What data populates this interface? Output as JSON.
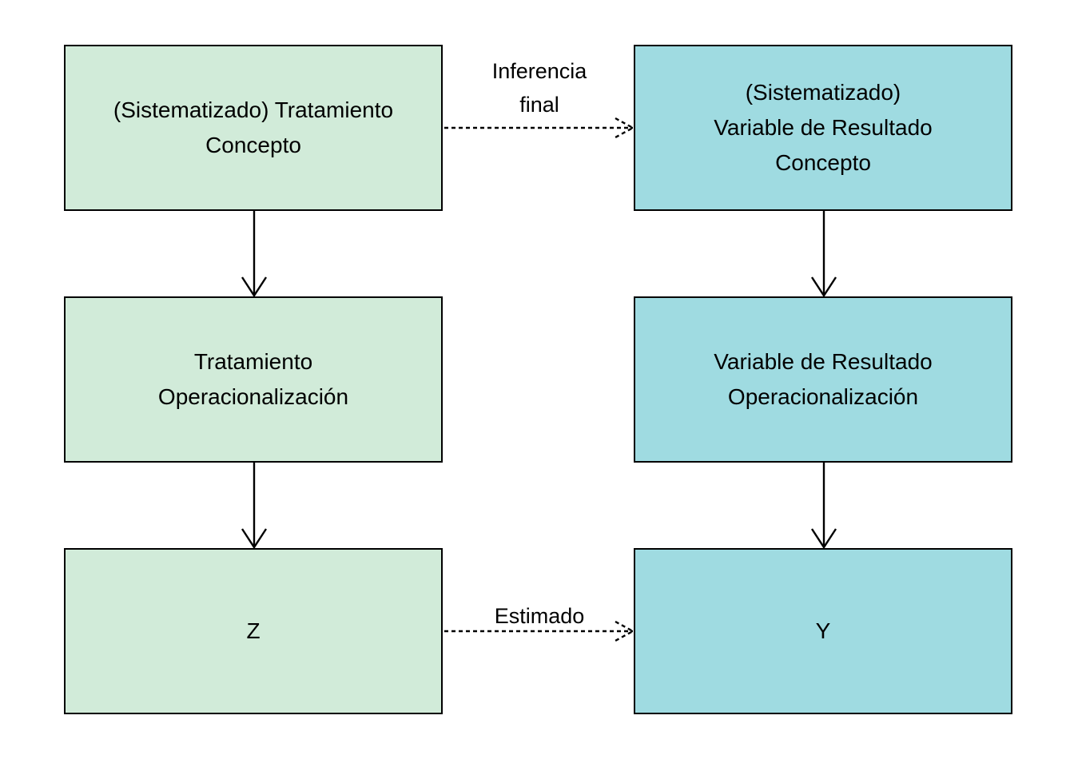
{
  "colors": {
    "treatment_fill": "#d1ebd9",
    "outcome_fill": "#9fdbe1",
    "stroke": "#000000"
  },
  "nodes": {
    "treatment_concept": {
      "line1": "(Sistematizado) Tratamiento",
      "line2": "Concepto"
    },
    "outcome_concept": {
      "line1": "(Sistematizado)",
      "line2": "Variable de Resultado",
      "line3": "Concepto"
    },
    "treatment_operational": {
      "line1": "Tratamiento",
      "line2": "Operacionalización"
    },
    "outcome_operational": {
      "line1": "Variable de Resultado",
      "line2": "Operacionalización"
    },
    "treatment_variable": {
      "label": "Z"
    },
    "outcome_variable": {
      "label": "Y"
    }
  },
  "edges": {
    "final_inference": {
      "line1": "Inferencia",
      "line2": "final",
      "style": "dashed"
    },
    "estimated": {
      "label": "Estimado",
      "style": "dashed"
    }
  }
}
